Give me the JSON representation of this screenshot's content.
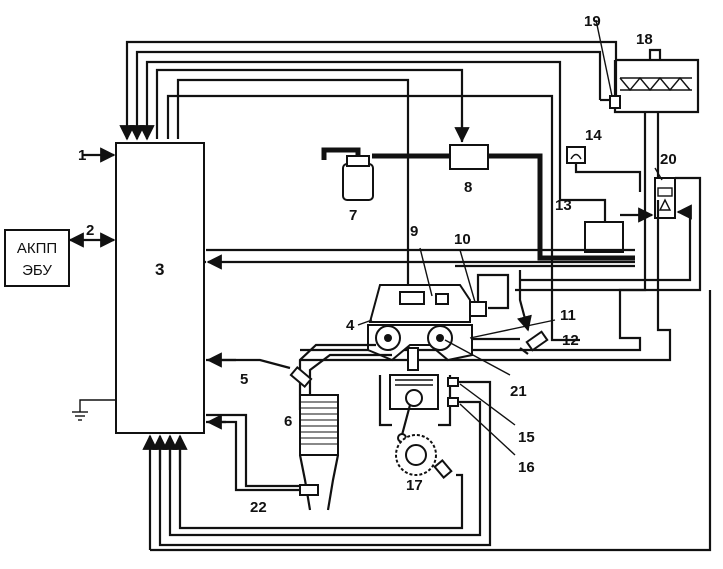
{
  "labels": {
    "n1": "1",
    "n2": "2",
    "n3": "3",
    "n4": "4",
    "n5": "5",
    "n6": "6",
    "n7": "7",
    "n8": "8",
    "n9": "9",
    "n10": "10",
    "n11": "11",
    "n12": "12",
    "n13": "13",
    "n14": "14",
    "n15": "15",
    "n16": "16",
    "n17": "17",
    "n18": "18",
    "n19": "19",
    "n20": "20",
    "n21": "21",
    "n22": "22"
  },
  "transmission_ecu": {
    "line1": "АКПП",
    "line2": "ЭБУ"
  }
}
